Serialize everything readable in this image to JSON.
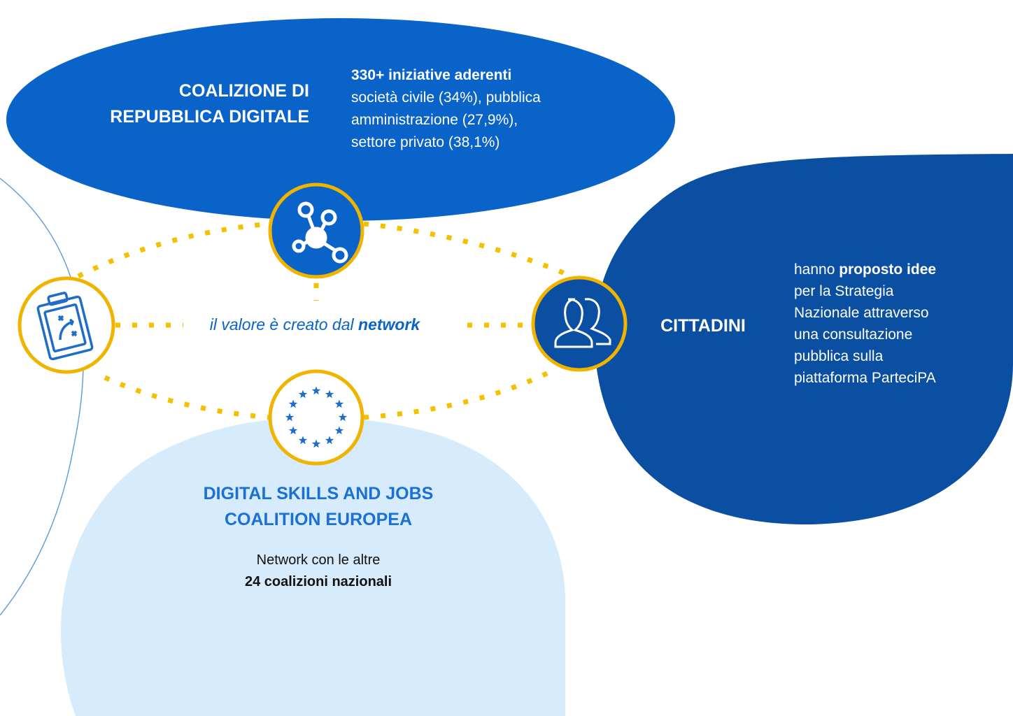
{
  "colors": {
    "coalition_blue": "#0a63c9",
    "citizens_navy": "#0b4fa3",
    "eu_light": "#d6ebfb",
    "accent_yellow": "#f5c000",
    "icon_ring": "#f0b400",
    "dark_blue_label": "#1a70d6"
  },
  "coalizione": {
    "title_line1": "COALIZIONE DI",
    "title_line2": "REPUBBLICA DIGITALE",
    "stats_head": "330+ iniziative aderenti",
    "stats_line1": "società civile (34%), pubblica",
    "stats_line2": "amministrazione (27,9%),",
    "stats_line3": "settore privato (38,1%)",
    "icon": "network-nodes-icon"
  },
  "center": {
    "tagline_prefix": "il valore è creato dal ",
    "tagline_emphasis": "network"
  },
  "left_node": {
    "icon": "strategy-clipboard-icon"
  },
  "cittadini": {
    "title": "CITTADINI",
    "text_line1_prefix": "hanno ",
    "text_line1_emphasis": "proposto idee",
    "text_line2": "per la Strategia",
    "text_line3": "Nazionale attraverso",
    "text_line4": "una consultazione",
    "text_line5": "pubblica sulla",
    "text_line6": "piattaforma ParteciPA",
    "icon": "people-icon"
  },
  "eu_coalition": {
    "title_line1": "DIGITAL SKILLS AND JOBS",
    "title_line2": "COALITION EUROPEA",
    "text_line1": "Network con le altre",
    "text_line2": "24 coalizioni nazionali",
    "icon": "eu-stars-icon"
  }
}
